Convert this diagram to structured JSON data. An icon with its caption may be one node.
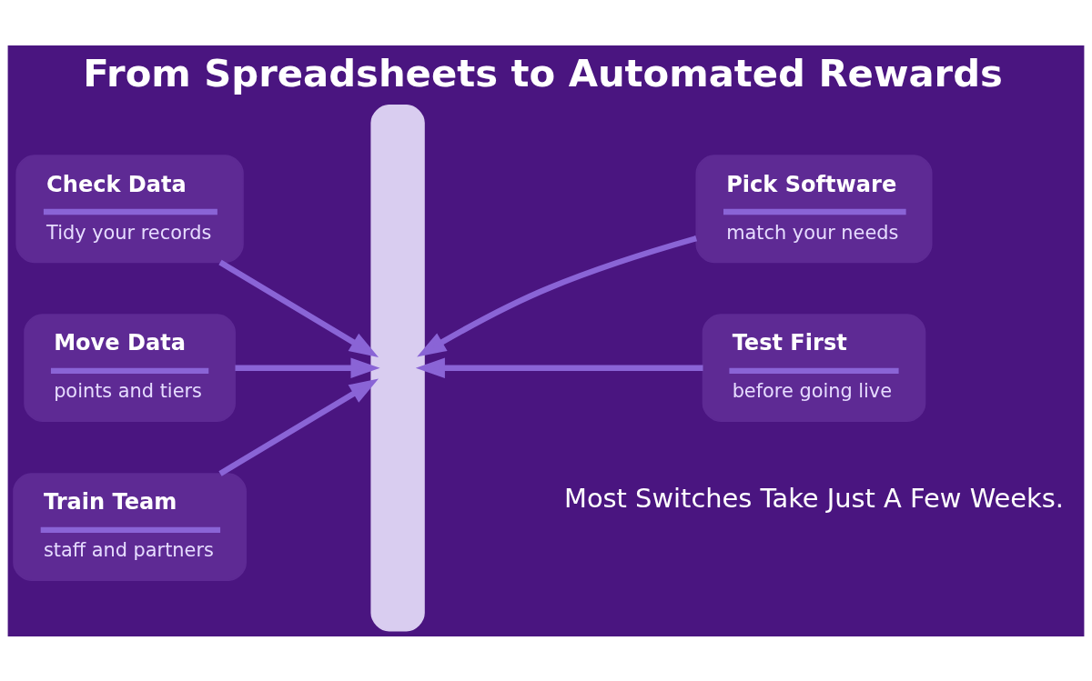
{
  "diagram": {
    "title": "From Spreadsheets to Automated Rewards",
    "caption": "Most Switches Take Just A Few Weeks.",
    "nodes": [
      {
        "text": [
          "Check Data",
          "Tidy your records"
        ]
      },
      {
        "text": [
          "Pick Software",
          "match your needs"
        ]
      },
      {
        "text": [
          "Move Data",
          "points and tiers"
        ]
      },
      {
        "text": [
          "Test First",
          "before going live"
        ]
      },
      {
        "text": [
          "Train Team",
          "staff and partners"
        ]
      },
      {
        "text": [],
        "shape": "road"
      }
    ],
    "edges": [
      {
        "from": 0,
        "to": 5,
        "arrow": "to"
      },
      {
        "from": 1,
        "to": 5,
        "arrow": "to"
      },
      {
        "from": 2,
        "to": 5,
        "arrow": "to"
      },
      {
        "from": 3,
        "to": 5,
        "arrow": "to"
      },
      {
        "from": 4,
        "to": 5,
        "arrow": "to"
      }
    ]
  }
}
